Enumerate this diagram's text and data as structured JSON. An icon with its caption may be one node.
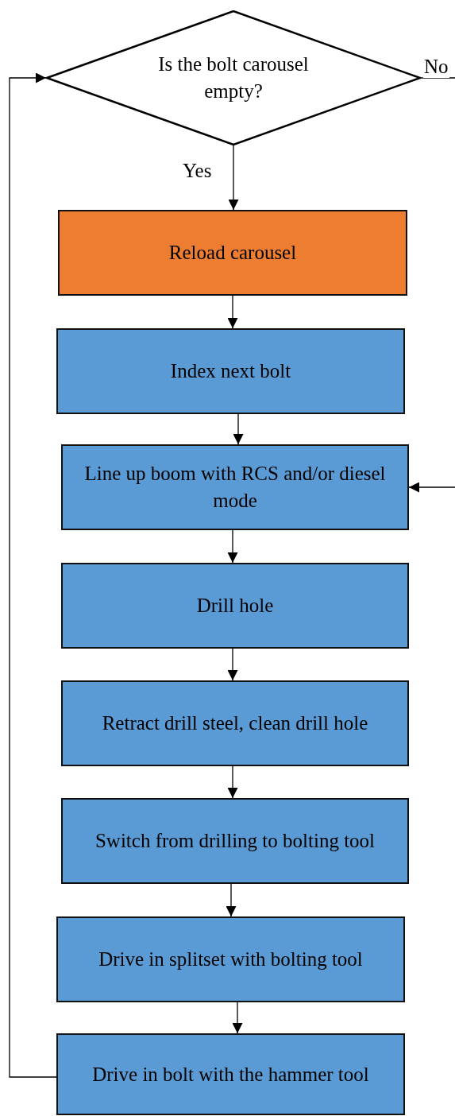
{
  "diagram": {
    "nodes": [
      {
        "text": [
          "Is the bolt carousel empty?"
        ]
      },
      {
        "text": [
          "Reload carousel"
        ]
      },
      {
        "text": [
          "Index next bolt"
        ]
      },
      {
        "text": [
          "Line up boom with RCS and/or diesel mode"
        ]
      },
      {
        "text": [
          "Drill hole"
        ]
      },
      {
        "text": [
          "Retract drill steel, clean drill hole"
        ]
      },
      {
        "text": [
          "Switch from drilling to bolting tool"
        ]
      },
      {
        "text": [
          "Drive in splitset with bolting tool"
        ]
      },
      {
        "text": [
          "Drive in bolt with the hammer tool"
        ]
      }
    ],
    "edges": [
      {
        "from": 0,
        "to": 1,
        "arrow": "to",
        "label": "Yes"
      },
      {
        "from": 0,
        "to": null,
        "arrow": "none",
        "label": "No"
      },
      {
        "from": 1,
        "to": 2,
        "arrow": "to"
      },
      {
        "from": null,
        "to": 3,
        "arrow": "to"
      },
      {
        "from": 2,
        "to": 3,
        "arrow": "to"
      },
      {
        "from": 3,
        "to": 4,
        "arrow": "to"
      },
      {
        "from": 4,
        "to": 5,
        "arrow": "to"
      },
      {
        "from": 5,
        "to": 6,
        "arrow": "to"
      },
      {
        "from": 6,
        "to": 7,
        "arrow": "to"
      },
      {
        "from": 7,
        "to": 8,
        "arrow": "to"
      },
      {
        "from": 8,
        "to": 0,
        "arrow": "to"
      }
    ]
  }
}
